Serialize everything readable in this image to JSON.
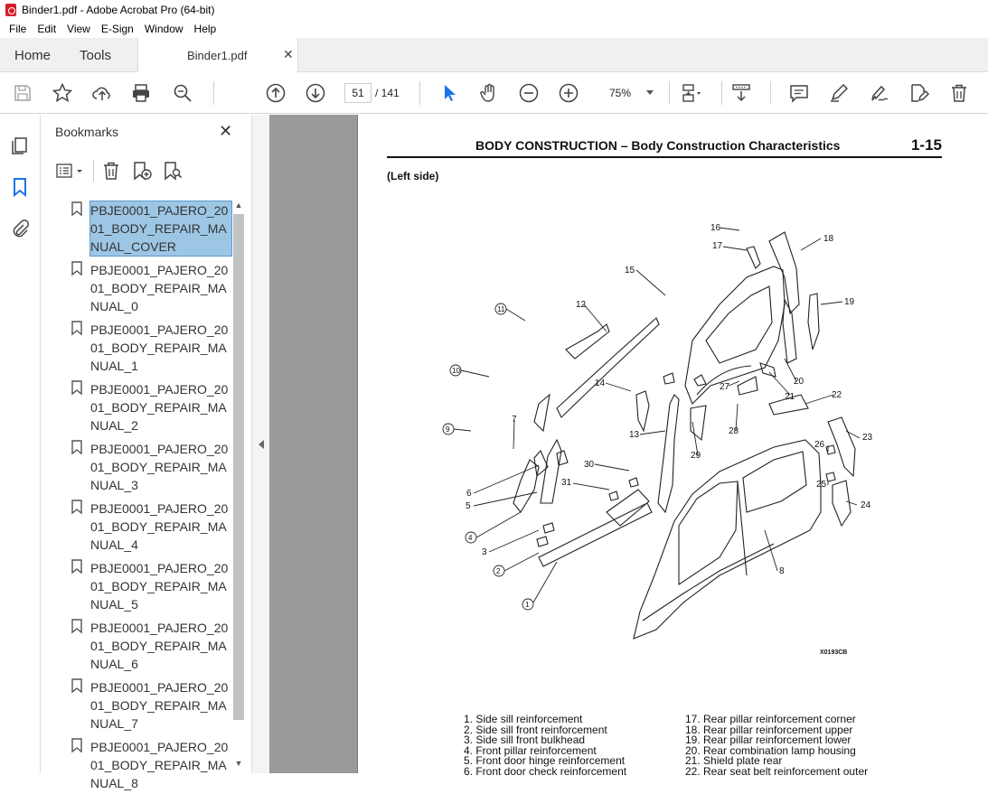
{
  "window": {
    "title": "Binder1.pdf - Adobe Acrobat Pro (64-bit)"
  },
  "menu": [
    "File",
    "Edit",
    "View",
    "E-Sign",
    "Window",
    "Help"
  ],
  "tabs": {
    "home": "Home",
    "tools": "Tools",
    "document": "Binder1.pdf"
  },
  "toolbar": {
    "current_page": "51",
    "total_pages": "/  141",
    "zoom": "75%"
  },
  "bookmarks": {
    "title": "Bookmarks",
    "items": [
      "PBJE0001_PAJERO_2001_BODY_REPAIR_MANUAL_COVER",
      "PBJE0001_PAJERO_2001_BODY_REPAIR_MANUAL_0",
      "PBJE0001_PAJERO_2001_BODY_REPAIR_MANUAL_1",
      "PBJE0001_PAJERO_2001_BODY_REPAIR_MANUAL_2",
      "PBJE0001_PAJERO_2001_BODY_REPAIR_MANUAL_3",
      "PBJE0001_PAJERO_2001_BODY_REPAIR_MANUAL_4",
      "PBJE0001_PAJERO_2001_BODY_REPAIR_MANUAL_5",
      "PBJE0001_PAJERO_2001_BODY_REPAIR_MANUAL_6",
      "PBJE0001_PAJERO_2001_BODY_REPAIR_MANUAL_7",
      "PBJE0001_PAJERO_2001_BODY_REPAIR_MANUAL_8"
    ]
  },
  "page": {
    "header_main": "BODY CONSTRUCTION – Body Construction Characteristics",
    "header_num": "1-15",
    "subtitle": "(Left side)",
    "diagram_code": "X0193CB",
    "legend_left": [
      "1. Side sill reinforcement",
      "2. Side sill front reinforcement",
      "3. Side sill front bulkhead",
      "4. Front pillar reinforcement",
      "5. Front door hinge reinforcement",
      "6. Front door check reinforcement"
    ],
    "legend_right": [
      "17. Rear pillar reinforcement corner",
      "18. Rear pillar reinforcement upper",
      "19. Rear pillar reinforcement lower",
      "20. Rear combination lamp housing",
      "21. Shield plate rear",
      "22. Rear seat belt reinforcement outer"
    ]
  }
}
